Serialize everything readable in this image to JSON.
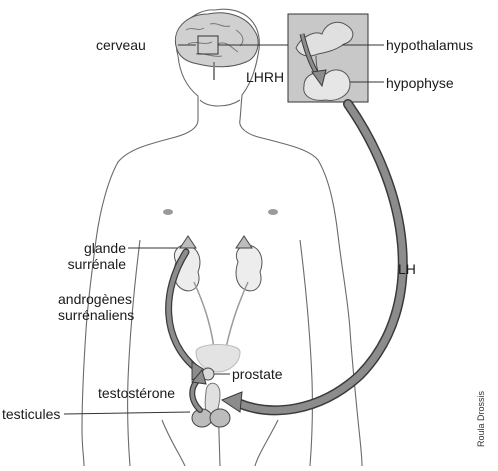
{
  "labels": {
    "brain": "cerveau",
    "hypothalamus": "hypothalamus",
    "lhrh": "LHRH",
    "pituitary": "hypophyse",
    "lh": "LH",
    "adrenal_line1": "glande",
    "adrenal_line2": "surrénale",
    "adrenal_androgens_line1": "androgènes",
    "adrenal_androgens_line2": "surrénaliens",
    "prostate": "prostate",
    "testosterone": "testostérone",
    "testicles": "testicules"
  },
  "credit": "Roula Drossis",
  "colors": {
    "arrow_fill": "#8c8c8c",
    "arrow_stroke": "#3a3a3a",
    "inset_bg": "#c8c8c8",
    "organ_fill": "#d9d9d9",
    "body_outline": "#6a6a6a"
  }
}
